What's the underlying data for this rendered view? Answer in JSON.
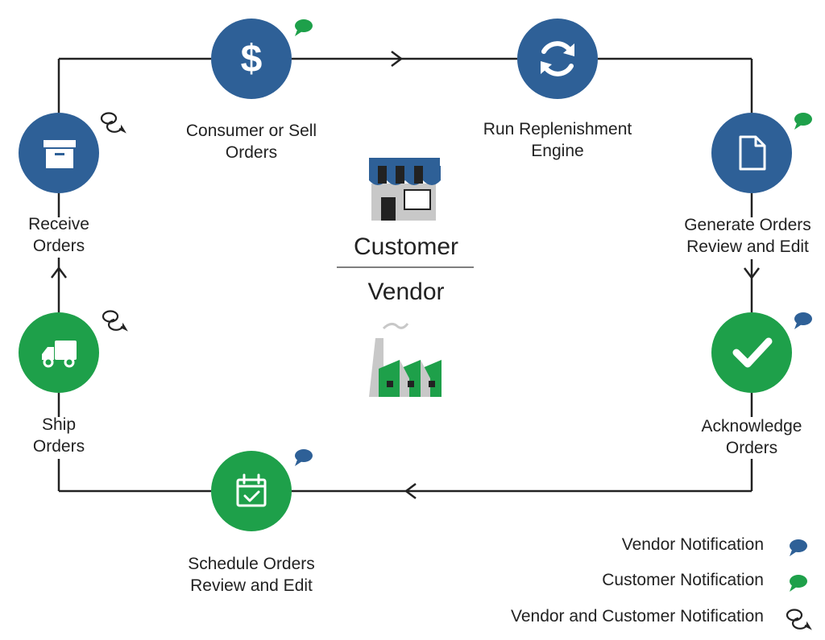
{
  "colors": {
    "vendor_blue": "#2e6097",
    "customer_green": "#1ea04a",
    "line": "#222222",
    "gray": "#c8c8c8"
  },
  "steps": {
    "consumer_orders": {
      "line1": "Consumer or Sell",
      "line2": "Orders",
      "icon": "dollar-icon",
      "color": "#2e6097",
      "notification": "customer"
    },
    "replenishment": {
      "line1": "Run Replenishment",
      "line2": "Engine",
      "icon": "refresh-icon",
      "color": "#2e6097",
      "notification": "none"
    },
    "generate_orders": {
      "line1": "Generate Orders",
      "line2": "Review and Edit",
      "icon": "document-icon",
      "color": "#2e6097",
      "notification": "customer"
    },
    "acknowledge_orders": {
      "line1": "Acknowledge",
      "line2": "Orders",
      "icon": "checkmark-icon",
      "color": "#1ea04a",
      "notification": "vendor"
    },
    "schedule_orders": {
      "line1": "Schedule Orders",
      "line2": "Review and Edit",
      "icon": "calendar-icon",
      "color": "#1ea04a",
      "notification": "vendor"
    },
    "ship_orders": {
      "line1": "Ship",
      "line2": "Orders",
      "icon": "truck-icon",
      "color": "#1ea04a",
      "notification": "both"
    },
    "receive_orders": {
      "line1": "Receive",
      "line2": "Orders",
      "icon": "box-icon",
      "color": "#2e6097",
      "notification": "both"
    }
  },
  "center": {
    "customer_label": "Customer",
    "vendor_label": "Vendor",
    "customer_icon": "storefront-icon",
    "vendor_icon": "factory-icon"
  },
  "legend": {
    "vendor": "Vendor Notification",
    "customer": "Customer Notification",
    "both": "Vendor and Customer Notification"
  }
}
